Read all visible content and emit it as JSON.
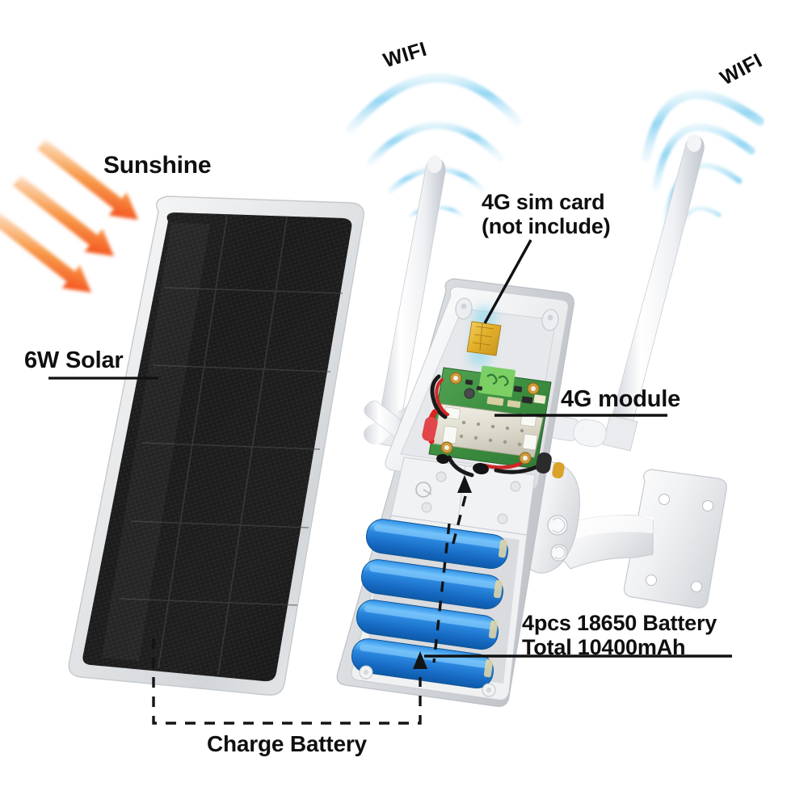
{
  "diagram": {
    "title": "Solar Powered 4G WiFi Security Camera Exploded Feature Diagram",
    "background_color": "#ffffff",
    "labels": {
      "sunshine": "Sunshine",
      "solar_panel": "6W Solar",
      "sim_card_line1": "4G sim card",
      "sim_card_line2": "(not include)",
      "sim_card": "4G sim card\n(not include)",
      "module": "4G module",
      "battery_line1": "4pcs 18650 Battery",
      "battery_line2": "Total 10400mAh",
      "battery": "4pcs 18650 Battery\nTotal 10400mAh",
      "charge": "Charge Battery",
      "wifi_left": "WIFI",
      "wifi_right": "WIFI"
    },
    "colors": {
      "text": "#100f0f",
      "sun_arrow_start": "#ffffff",
      "sun_arrow_mid": "#f79a4a",
      "sun_arrow_end": "#f4551f",
      "wifi_arc": "#8fd4f2",
      "panel_frame": "#e3e5e6",
      "panel_cell": "#1d1d1d",
      "body_white": "#f4f5f7",
      "battery_blue": "#1f7fe0",
      "battery_blue_light": "#56aef5",
      "pcb_green": "#3f9442",
      "sim_gold": "#e8b830",
      "leader_line": "#111111",
      "dashed_line": "#141414"
    },
    "components": [
      {
        "name": "solar-panel",
        "label": "6W Solar",
        "spec": "6W"
      },
      {
        "name": "sim-card",
        "label": "4G sim card (not include)",
        "spec": "not included"
      },
      {
        "name": "module-4g",
        "label": "4G module",
        "spec": "4G"
      },
      {
        "name": "battery-pack",
        "label": "4pcs 18650 Battery Total 10400mAh",
        "spec": "4 x 18650, 10400mAh"
      },
      {
        "name": "wall-mount-bracket",
        "label": "",
        "spec": ""
      },
      {
        "name": "antenna-left",
        "label": "WIFI",
        "spec": ""
      },
      {
        "name": "antenna-right",
        "label": "WIFI",
        "spec": ""
      }
    ],
    "annotations": {
      "sun_arrow_count": 3,
      "wifi_arc_count": 3,
      "battery_count": 4,
      "charge_flow": "Solar panel charges the 18650 battery pack"
    }
  }
}
